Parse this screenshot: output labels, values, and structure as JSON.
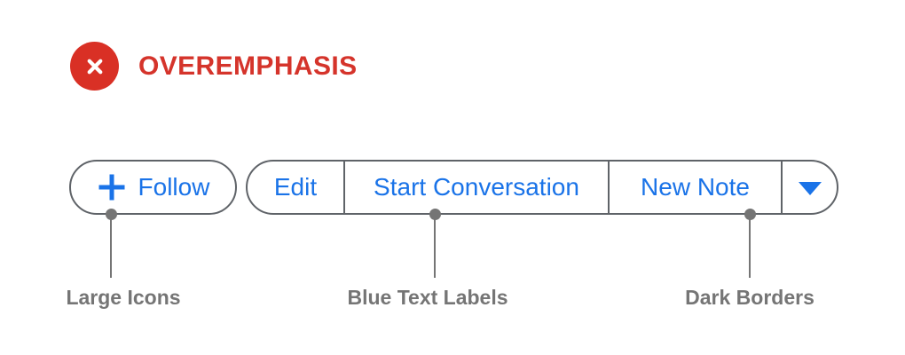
{
  "colors": {
    "badge_red": "#d93025",
    "title_red": "#d5342b",
    "accent_blue": "#1a73e8",
    "border_gray": "#5f6368",
    "annotation_gray": "#757575"
  },
  "header": {
    "badge_icon": "x-circle-icon",
    "title": "OVEREMPHASIS"
  },
  "toolbar": {
    "follow_button": {
      "icon": "plus-icon",
      "label": "Follow"
    },
    "button_group": {
      "items": [
        {
          "label": "Edit"
        },
        {
          "label": "Start Conversation"
        },
        {
          "label": "New Note"
        },
        {
          "icon": "dropdown-arrow-icon"
        }
      ]
    }
  },
  "annotations": [
    {
      "label": "Large Icons"
    },
    {
      "label": "Blue Text Labels"
    },
    {
      "label": "Dark Borders"
    }
  ]
}
